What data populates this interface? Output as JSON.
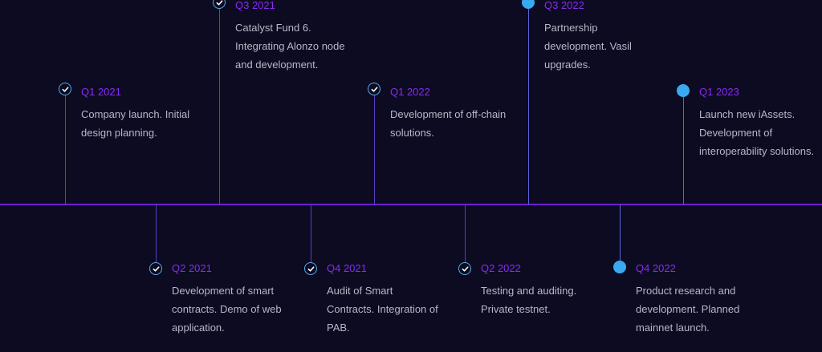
{
  "colors": {
    "background": "#0c0b22",
    "axis": "#6a1fd1",
    "label": "#8a2bf0",
    "text": "#b7b7c6",
    "marker_done": "#5aa9e6",
    "marker_planned": "#3aaaf0"
  },
  "milestones": [
    {
      "label": "Q1 2021",
      "description": "Company launch. Initial design planning.",
      "status": "completed",
      "icon": "check-icon"
    },
    {
      "label": "Q2 2021",
      "description": "Development of smart contracts. Demo of web application.",
      "status": "completed",
      "icon": "check-icon"
    },
    {
      "label": "Q3 2021",
      "description": "Catalyst Fund 6. Integrating Alonzo node and development.",
      "status": "completed",
      "icon": "check-icon"
    },
    {
      "label": "Q4 2021",
      "description": "Audit of Smart Contracts. Integration of PAB.",
      "status": "completed",
      "icon": "check-icon"
    },
    {
      "label": "Q1 2022",
      "description": "Development of off-chain solutions.",
      "status": "completed",
      "icon": "check-icon"
    },
    {
      "label": "Q2 2022",
      "description": "Testing and auditing. Private testnet.",
      "status": "completed",
      "icon": "check-icon"
    },
    {
      "label": "Q3 2022",
      "description": "Partnership development. Vasil upgrades.",
      "status": "planned",
      "icon": "dot-icon"
    },
    {
      "label": "Q4 2022",
      "description": "Product research and development. Planned mainnet launch.",
      "status": "planned",
      "icon": "dot-icon"
    },
    {
      "label": "Q1 2023",
      "description": "Launch new iAssets. Development of interoperability solutions.",
      "status": "planned",
      "icon": "dot-icon"
    }
  ]
}
